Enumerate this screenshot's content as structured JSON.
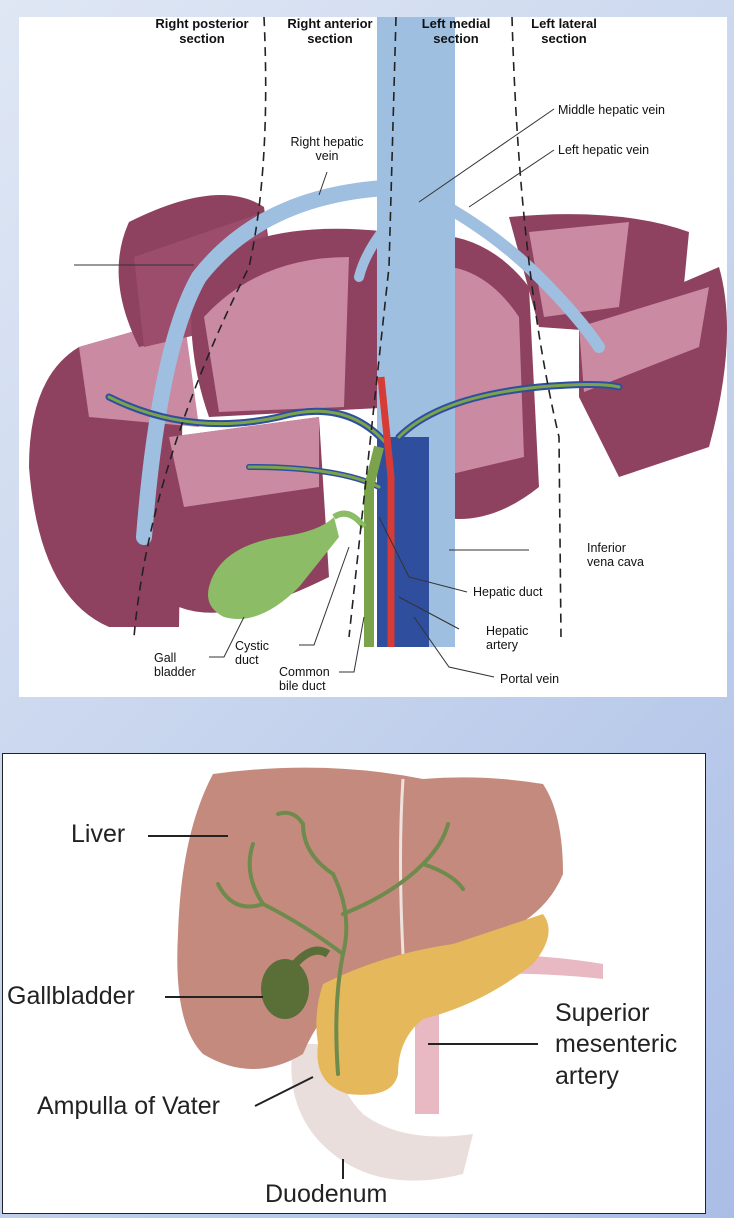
{
  "liver_segments_diagram": {
    "section_headers": {
      "right_posterior": "Right posterior\nsection",
      "right_anterior": "Right anterior\nsection",
      "left_medial": "Left medial\nsection",
      "left_lateral": "Left lateral\nsection"
    },
    "labels": {
      "middle_hepatic_vein": "Middle hepatic vein",
      "left_hepatic_vein": "Left hepatic vein",
      "right_hepatic_vein": "Right hepatic\nvein",
      "inferior_vena_cava": "Inferior\nvena cava",
      "hepatic_duct": "Hepatic duct",
      "hepatic_artery": "Hepatic\nartery",
      "portal_vein": "Portal vein",
      "gall_bladder": "Gall\nbladder",
      "cystic_duct": "Cystic\nduct",
      "common_bile_duct": "Common\nbile duct"
    },
    "colors": {
      "liver_lobe": "#8e4260",
      "liver_cut_face": "#c98aa2",
      "hepatic_vein": "#9fbfe0",
      "portal_vein": "#2f4f9e",
      "hepatic_artery": "#d63b36",
      "bile_duct": "#7aa34c",
      "gall_bladder": "#8cbd66"
    }
  },
  "biliary_system_diagram": {
    "labels": {
      "liver": "Liver",
      "gallbladder": "Gallbladder",
      "ampulla_of_vater": "Ampulla of Vater",
      "duodenum": "Duodenum",
      "superior_mesenteric_artery": "Superior\nmesenteric\nartery"
    },
    "colors": {
      "liver": "#c48a7e",
      "bile_duct": "#6e8a4c",
      "gallbladder": "#5a6e38",
      "pancreas": "#e6b85c",
      "duodenum": "#eadedc",
      "artery": "#e8b9c2"
    }
  }
}
